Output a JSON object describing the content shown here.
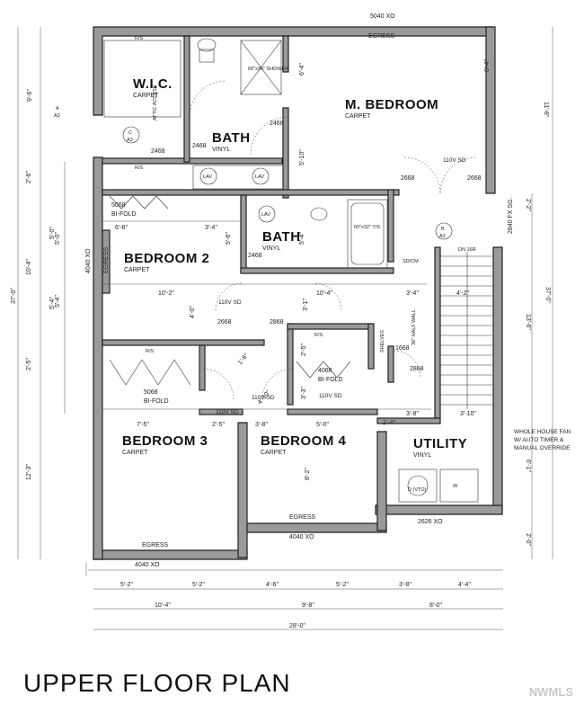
{
  "title": "UPPER FLOOR PLAN",
  "watermark": "NWMLS",
  "rooms": {
    "wic": {
      "name": "W.I.C.",
      "floor": "CARPET"
    },
    "master_bath": {
      "name": "BATH",
      "floor": "VINYL"
    },
    "master_bedroom": {
      "name": "M. BEDROOM",
      "floor": "CARPET"
    },
    "bedroom2": {
      "name": "BEDROOM 2",
      "floor": "CARPET"
    },
    "bath2": {
      "name": "BATH",
      "floor": "VINYL"
    },
    "bedroom3": {
      "name": "BEDROOM 3",
      "floor": "CARPET"
    },
    "bedroom4": {
      "name": "BEDROOM 4",
      "floor": "CARPET"
    },
    "utility": {
      "name": "UTILITY",
      "floor": "VINYL"
    }
  },
  "fixtures": {
    "shower": "60\"x36\" SHOWER",
    "tub": "60\"x32\" T/S",
    "lav": "LAV",
    "attic": "ATTIC ACCESS",
    "dryer_washer": "D (VTO)",
    "washer": "W",
    "rs1": "R/S",
    "rs2": "R/S",
    "rs3": "R/S",
    "rs4": "R/S",
    "shelves": "SHELVES",
    "half_wall": "36\" HALF WALL",
    "dn": "DN 16R",
    "sd_cm": "SD/CM",
    "ref_a": "A",
    "ref_a_sheet": "A3",
    "ref_b": "B",
    "ref_b_sheet": "A3",
    "ref_c": "C",
    "ref_c_sheet": "A3"
  },
  "notes": {
    "fan_line1": "WHOLE HOUSE FAN",
    "fan_line2": "W/ AUTO TIMER &",
    "fan_line3": "MANUAL OVERRIDE",
    "sd1": "110V SD",
    "sd2": "110V SD",
    "sd3": "110V SD",
    "sd4": "110V SD",
    "sd5": "110V SD"
  },
  "doors": {
    "bifold1_size": "5068",
    "bifold1_type": "BI-FOLD",
    "bifold2_size": "5068",
    "bifold2_type": "BI-FOLD",
    "bifold3_size": "4068",
    "bifold3_type": "BI-FOLD",
    "d2468a": "2468",
    "d2468b": "2468",
    "d2468c": "2468",
    "d2468d": "2468",
    "d2668a": "2668",
    "d2668b": "2668",
    "d2668c": "2668",
    "d1668": "1668",
    "d2868": "2868",
    "d2868b": "2868",
    "egress_top": "EGRESS",
    "egress_bed2": "EGRESS",
    "egress_bed3": "EGRESS",
    "egress_bed4": "EGRESS",
    "win_top": "5040 XO",
    "win_bed2": "4040 XO",
    "win_bed3": "4040 XO",
    "win_bed4": "4040 XO",
    "win_util": "2626 XO",
    "win_stair": "2840 FX SG."
  },
  "dims": {
    "bed2_w1": "6'-6\"",
    "bed2_w2": "3'-4\"",
    "bed2_h": "5'-0\"",
    "bed2_h2": "5'-4\"",
    "hall_w1": "10'-2\"",
    "hall_w2": "10'-4\"",
    "hall_w3": "3'-4\"",
    "hall_w4": "4'-2\"",
    "hall_h": "4'-0\"",
    "hall_h2": "3'-1\"",
    "bed3_w": "7'-5\"",
    "bed3_w2": "2'-5\"",
    "bed4_w": "3'-8\"",
    "bed4_w2": "5'-0\"",
    "util_w": "3'-8\"",
    "util_w2": "3'-10\"",
    "util_h": "1'-4\"",
    "util_h2": "8'-2\"",
    "mbath_h": "6'-4\"",
    "mbath_h2": "5'-10\"",
    "bath2_h": "5'-4\"",
    "bath2_h2": "5'-6\"",
    "closet_h": "2'-5\"",
    "closet_h2": "3'-3\"",
    "closet_w": "1'-6\"",
    "closet_w2": "4'-10\"",
    "left1": "9'-6\"",
    "left2": "2'-6\"",
    "left3": "10'-4\"",
    "left4": "37'-0\"",
    "left5": "2'-5\"",
    "left6": "12'-3\"",
    "left7": "5'-0\"",
    "left8": "5'-4\"",
    "right1": "11'-8\"",
    "right2": "2'-2\"",
    "right3": "37'-0\"",
    "right4": "13'-6\"",
    "right5": "6'-1\"",
    "right6": "2'-0\"",
    "right7": "6'-4\"",
    "bot1": "5'-2\"",
    "bot2": "5'-2\"",
    "bot3": "4'-6\"",
    "bot4": "5'-2\"",
    "bot5": "3'-8\"",
    "bot6": "4'-4\"",
    "bot7": "10'-4\"",
    "bot8": "9'-8\"",
    "bot9": "8'-0\"",
    "bot10": "28'-0\""
  },
  "colors": {
    "wall_fill": "#9a9a9a",
    "line": "#222222"
  }
}
